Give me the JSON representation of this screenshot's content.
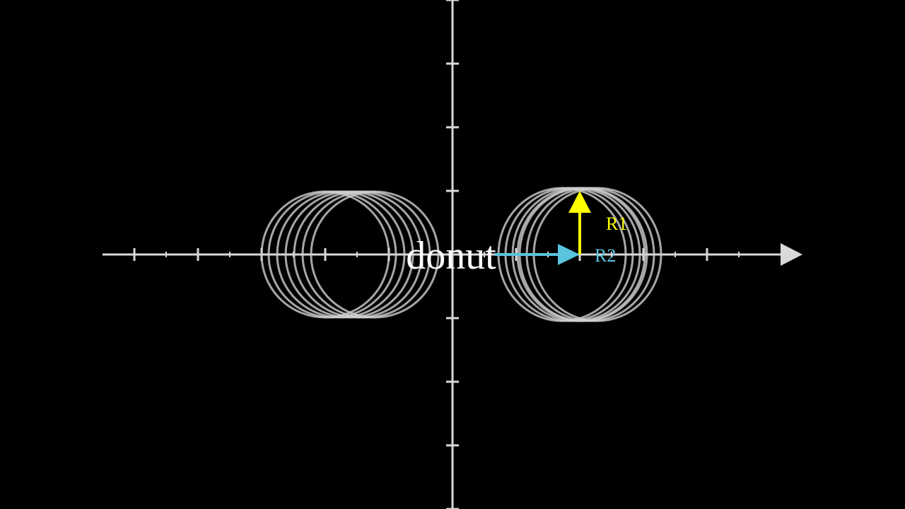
{
  "diagram": {
    "center_label": "donut",
    "r1_label": "R1",
    "r2_label": "R2"
  },
  "colors": {
    "background": "#000000",
    "axis": "#d9d9d9",
    "ring": "#cfcfcf",
    "text": "#ffffff",
    "r1": "#ffff00",
    "r2": "#58c4dd"
  }
}
